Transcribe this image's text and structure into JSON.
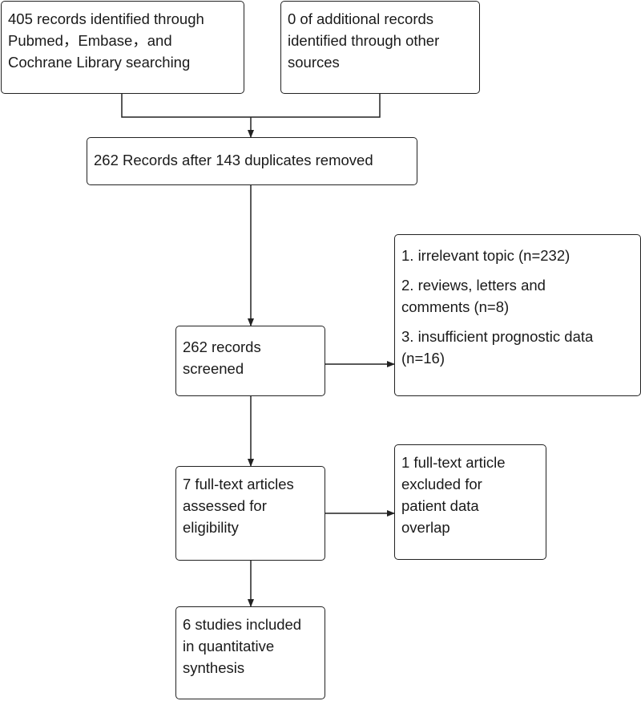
{
  "colors": {
    "line": "#222222",
    "text": "#1a1a1a",
    "background": "#ffffff"
  },
  "boxes": {
    "identified_db": {
      "lines": [
        "405 records identified through",
        "Pubmed，Embase，and",
        "Cochrane Library searching"
      ]
    },
    "identified_other": {
      "lines": [
        "0 of additional records",
        "identified through other",
        "sources"
      ]
    },
    "after_duplicates": {
      "lines": [
        "262 Records after 143 duplicates removed"
      ]
    },
    "screened": {
      "lines": [
        "262 records",
        "screened"
      ]
    },
    "excluded_screening": {
      "items": [
        {
          "lines": [
            "1. irrelevant topic (n=232)"
          ]
        },
        {
          "lines": [
            "2. reviews, letters and",
            "comments (n=8)"
          ]
        },
        {
          "lines": [
            "3. insufficient prognostic data",
            "(n=16)"
          ]
        }
      ]
    },
    "fulltext_assessed": {
      "lines": [
        "7 full-text articles",
        "assessed for",
        "eligibility"
      ]
    },
    "fulltext_excluded": {
      "lines": [
        "1 full-text article",
        "excluded for",
        "patient data",
        "overlap"
      ]
    },
    "included": {
      "lines": [
        "6 studies included",
        "in quantitative",
        "synthesis"
      ]
    }
  }
}
